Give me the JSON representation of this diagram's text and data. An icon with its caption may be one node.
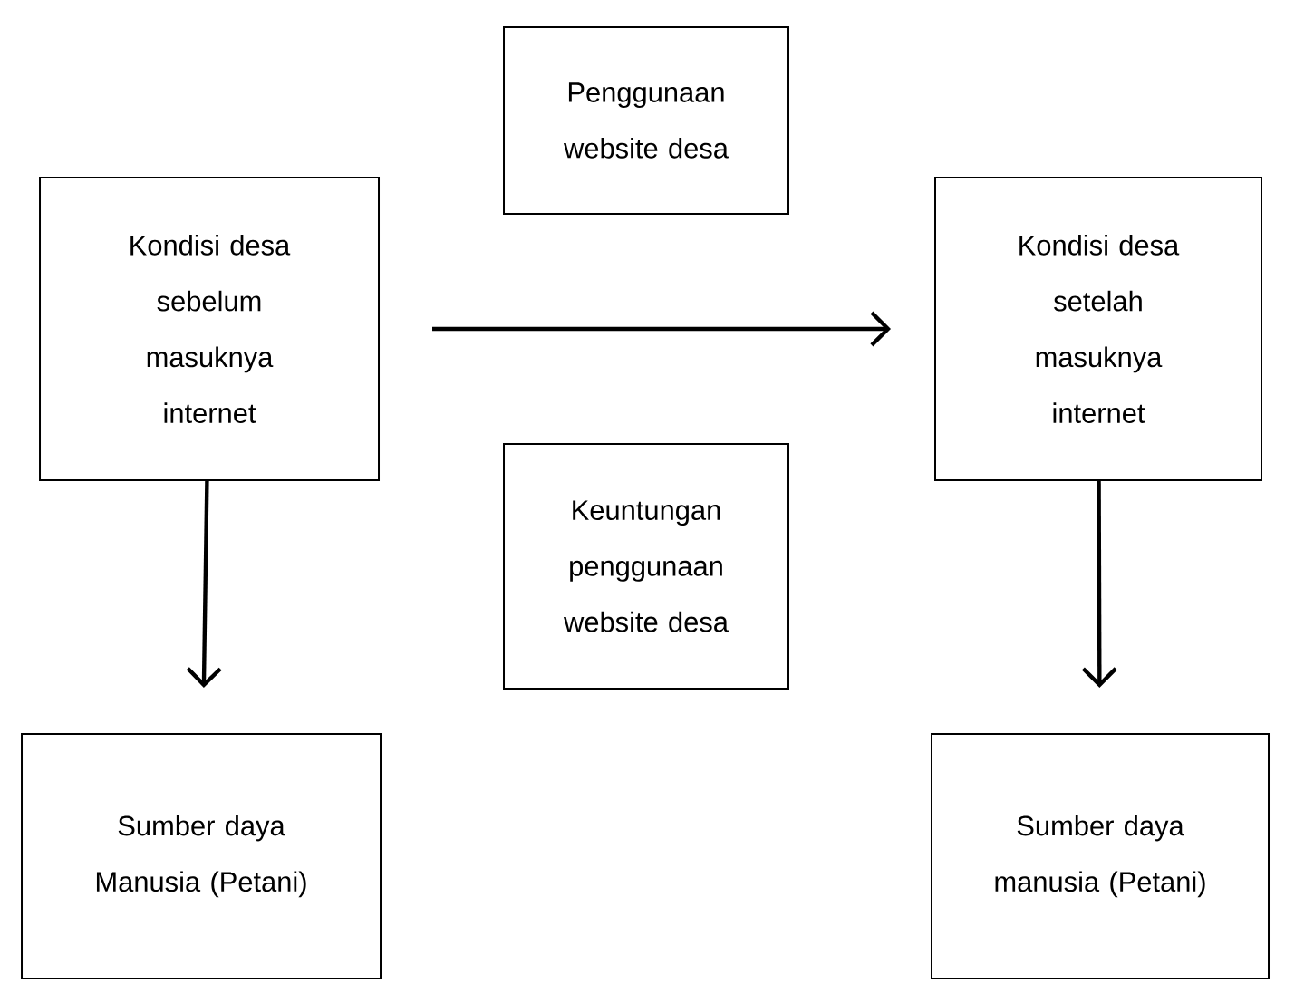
{
  "diagram": {
    "nodes": [
      {
        "text": [
          "Penggunaan website desa"
        ]
      },
      {
        "text": [
          "Kondisi desa sebelum masuknya internet"
        ]
      },
      {
        "text": [
          "Kondisi desa setelah masuknya internet"
        ]
      },
      {
        "text": [
          "Keuntungan penggunaan website desa"
        ]
      },
      {
        "text": [
          "Sumber daya Manusia (Petani)"
        ]
      },
      {
        "text": [
          "Sumber daya manusia (Petani)"
        ]
      }
    ],
    "edges": [
      {
        "from": 1,
        "to": 2,
        "arrow": "to"
      },
      {
        "from": 1,
        "to": 4,
        "arrow": "to"
      },
      {
        "from": 2,
        "to": 5,
        "arrow": "to"
      }
    ]
  }
}
